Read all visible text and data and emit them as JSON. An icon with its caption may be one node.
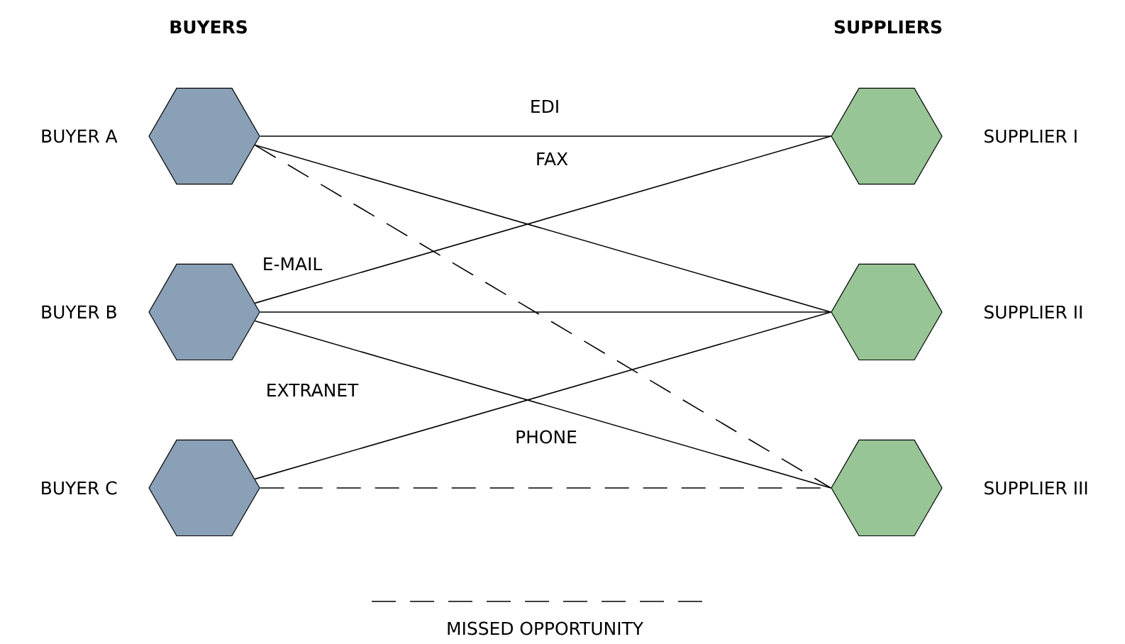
{
  "diagram": {
    "nodes": [
      {
        "text": [],
        "shape": "hexagon",
        "beside": [
          "BUYER A"
        ]
      },
      {
        "text": [],
        "shape": "hexagon",
        "beside": [
          "BUYER B"
        ]
      },
      {
        "text": [],
        "shape": "hexagon",
        "beside": [
          "BUYER C"
        ]
      },
      {
        "text": [],
        "shape": "hexagon",
        "beside": [
          "SUPPLIER I"
        ]
      },
      {
        "text": [],
        "shape": "hexagon",
        "beside": [
          "SUPPLIER II"
        ]
      },
      {
        "text": [],
        "shape": "hexagon",
        "beside": [
          "SUPPLIER III"
        ]
      }
    ],
    "edges": [
      {
        "from": 0,
        "to": 3,
        "arrow": "none"
      },
      {
        "from": 0,
        "to": 4,
        "arrow": "none"
      },
      {
        "from": 0,
        "to": 5,
        "arrow": "none",
        "style": "dashed"
      },
      {
        "from": 1,
        "to": 3,
        "arrow": "none"
      },
      {
        "from": 1,
        "to": 4,
        "arrow": "none"
      },
      {
        "from": 1,
        "to": 5,
        "arrow": "none"
      },
      {
        "from": 2,
        "to": 4,
        "arrow": "none"
      },
      {
        "from": 2,
        "to": 5,
        "arrow": "none",
        "style": "dashed"
      }
    ],
    "labels": [
      "BUYERS",
      "SUPPLIERS",
      "EDI",
      "FAX",
      "E-MAIL",
      "EXTRANET",
      "PHONE"
    ],
    "legend": [
      {
        "text": "MISSED OPPORTUNITY"
      }
    ]
  }
}
